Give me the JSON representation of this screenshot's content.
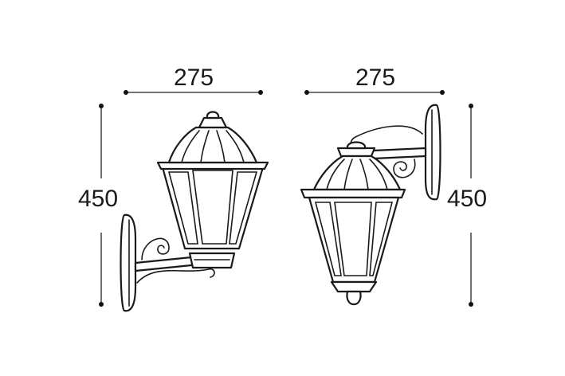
{
  "drawings": [
    {
      "name": "uplight",
      "width_label": "275",
      "height_label": "450"
    },
    {
      "name": "downlight",
      "width_label": "275",
      "height_label": "450"
    }
  ],
  "colors": {
    "line": "#1a1a1a",
    "background": "#ffffff"
  }
}
